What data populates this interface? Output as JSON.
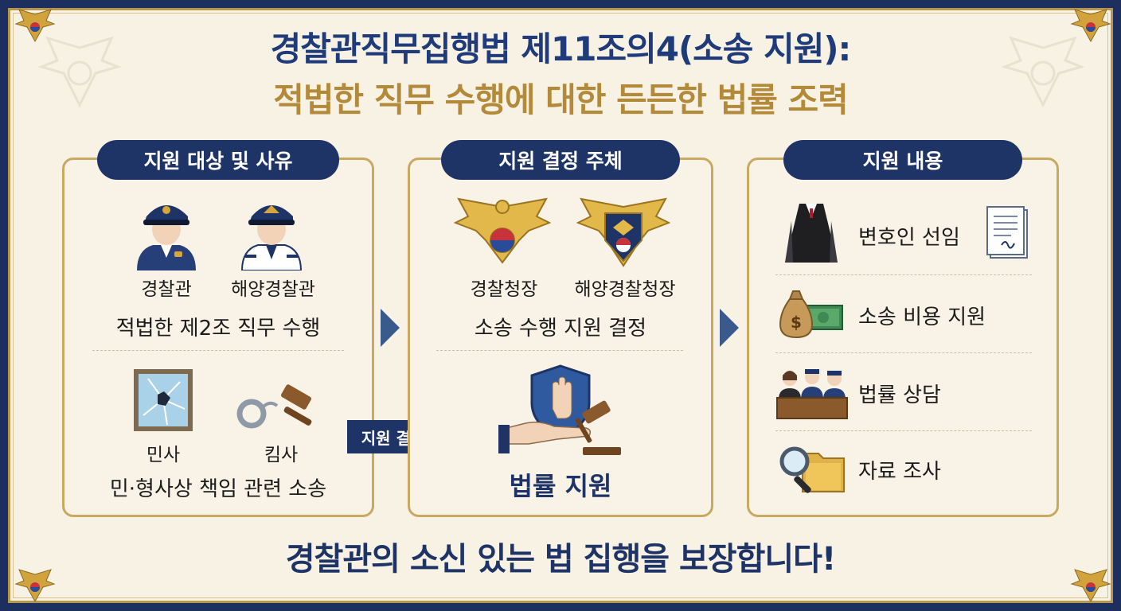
{
  "header": {
    "title_line1": "경찰관직무집행법 제11조의4(소송 지원):",
    "title_line2": "적법한 직무 수행에 대한 든든한 법률 조력"
  },
  "panels": {
    "left": {
      "heading": "지원 대상 및 사유",
      "officer1_label": "경찰관",
      "officer2_label": "해양경찰관",
      "duty_text": "적법한 제2조 직무 수행",
      "civil_label": "민사",
      "criminal_label": "킴사",
      "lawsuit_text": "민·형사상 책임 관련 소송"
    },
    "middle": {
      "heading": "지원 결정 주체",
      "agency1_label": "경찰청장",
      "agency2_label": "해양경찰청장",
      "decision_text": "소송 수행 지원 결정",
      "legal_support_label": "법률 지원"
    },
    "right": {
      "heading": "지원 내용",
      "items": [
        {
          "label": "변호인 선임",
          "icon": "lawyer-robe-icon"
        },
        {
          "label": "소송 비용 지원",
          "icon": "money-bag-icon"
        },
        {
          "label": "법률 상담",
          "icon": "consultation-icon"
        },
        {
          "label": "자료 조사",
          "icon": "magnifier-folder-icon"
        }
      ]
    }
  },
  "arrow_label": "지원 결정",
  "footer": "경찰관의 소신 있는 법 집행을 보장합니다!",
  "colors": {
    "navy": "#1f3466",
    "gold": "#c9a961",
    "title_blue": "#1f3b7a",
    "title_gold": "#b38a3a",
    "background": "#f7f2e4"
  }
}
